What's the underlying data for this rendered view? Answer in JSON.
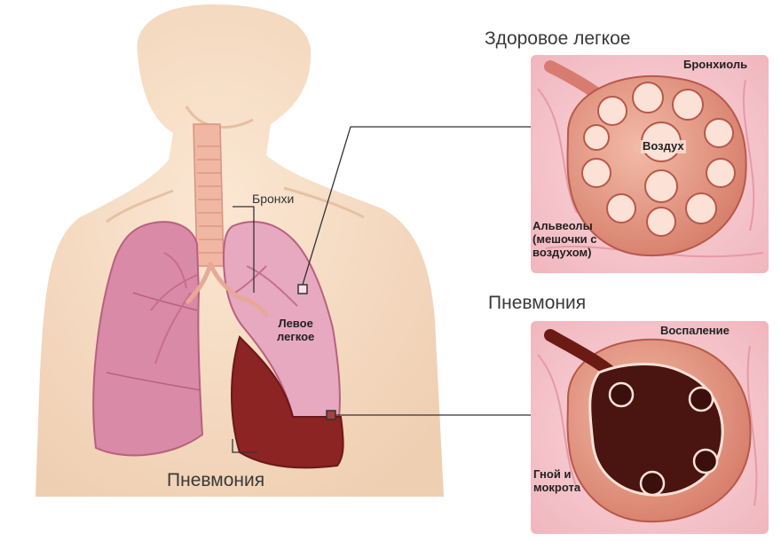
{
  "titles": {
    "healthy_lung": "Здоровое легкое",
    "pneumonia_inset": "Пневмония"
  },
  "labels": {
    "bronchi": "Бронхи",
    "left_lung_line1": "Левое",
    "left_lung_line2": "легкое",
    "pneumonia_body": "Пневмония",
    "bronchiole": "Бронхиоль",
    "air": "Воздух",
    "alveoli_line1": "Альвеолы",
    "alveoli_line2": "(мешочки с",
    "alveoli_line3": "воздухом)",
    "inflammation": "Воспаление",
    "pus_line1": "Гной и",
    "pus_line2": "мокрота"
  },
  "colors": {
    "skin": "#f7dcc3",
    "healthy_lung": "#d98aa6",
    "pneumonia_lung": "#8c2424",
    "alveoli_tissue": "#e8a089",
    "pus": "#4a1410",
    "inset_bg": "#f6c9cf"
  }
}
